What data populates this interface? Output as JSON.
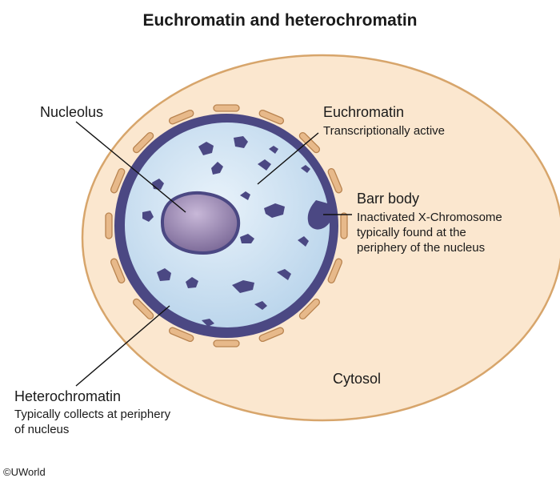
{
  "title": "Euchromatin and heterochromatin",
  "labels": {
    "nucleolus": "Nucleolus",
    "euchromatin": "Euchromatin",
    "euchromatin_desc": "Transcriptionally active",
    "barr_body": "Barr body",
    "barr_body_desc_1": "Inactivated X-Chromosome",
    "barr_body_desc_2": "typically found at the",
    "barr_body_desc_3": "periphery of the nucleus",
    "heterochromatin": "Heterochromatin",
    "heterochromatin_desc_1": "Typically collects at periphery",
    "heterochromatin_desc_2": "of nucleus",
    "cytosol": "Cytosol"
  },
  "copyright": "©UWorld",
  "colors": {
    "cytosol_fill": "#fbe7cf",
    "cell_membrane": "#d7a56b",
    "nuclear_envelope": "#e4b685",
    "heterochromatin": "#4b4883",
    "nucleoplasm": "#cde2f2",
    "nucleolus": "#8c7aa6"
  }
}
